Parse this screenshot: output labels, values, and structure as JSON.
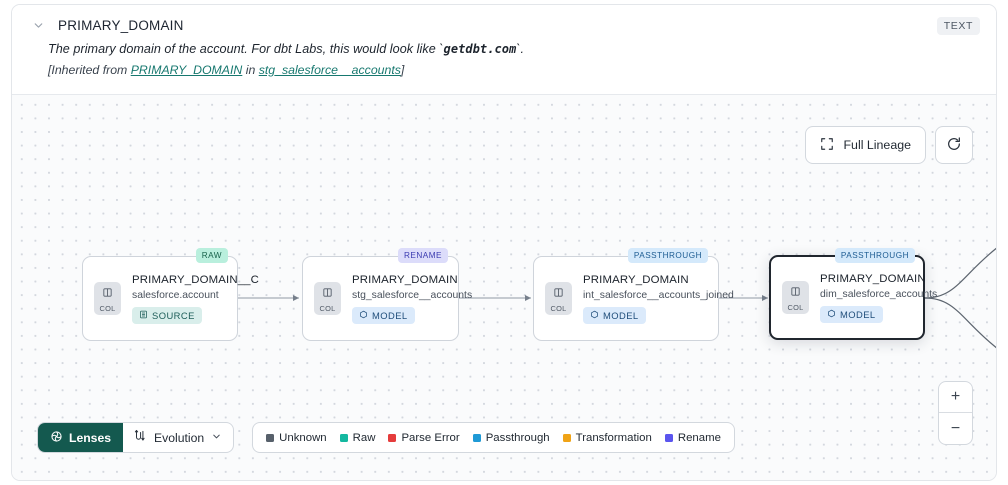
{
  "header": {
    "collapse_icon": "chevron-down-icon",
    "title": "PRIMARY_DOMAIN",
    "type_badge": "TEXT",
    "description_prefix": "The primary domain of the account. For dbt Labs, this would look like `",
    "description_code": "getdbt.com",
    "description_suffix": "`.",
    "inherit_open": "[Inherited from ",
    "inherit_link_column": "PRIMARY_DOMAIN",
    "inherit_mid": " in ",
    "inherit_link_model": "stg_salesforce__accounts",
    "inherit_close": "]"
  },
  "toolbar": {
    "full_lineage_label": "Full Lineage",
    "full_lineage_icon": "expand-icon",
    "refresh_icon": "refresh-icon"
  },
  "zoom_controls": {
    "zoom_in_label": "+",
    "zoom_out_label": "−"
  },
  "lineage": {
    "nodes": [
      {
        "tag": "RAW",
        "tag_style": "tag-raw",
        "chip_label": "COL",
        "title": "PRIMARY_DOMAIN__C",
        "subtitle": "salesforce.account",
        "kind": "SOURCE",
        "kind_style": "kind-source",
        "kind_icon": "source-table-icon",
        "selected": false
      },
      {
        "tag": "RENAME",
        "tag_style": "tag-ren",
        "chip_label": "COL",
        "title": "PRIMARY_DOMAIN",
        "subtitle": "stg_salesforce__accounts",
        "kind": "MODEL",
        "kind_style": "kind-model",
        "kind_icon": "model-cube-icon",
        "selected": false
      },
      {
        "tag": "PASSTHROUGH",
        "tag_style": "tag-pass",
        "chip_label": "COL",
        "title": "PRIMARY_DOMAIN",
        "subtitle": "int_salesforce__accounts_joined",
        "kind": "MODEL",
        "kind_style": "kind-model",
        "kind_icon": "model-cube-icon",
        "selected": false
      },
      {
        "tag": "PASSTHROUGH",
        "tag_style": "tag-pass",
        "chip_label": "COL",
        "title": "PRIMARY_DOMAIN",
        "subtitle": "dim_salesforce_accounts",
        "kind": "MODEL",
        "kind_style": "kind-model",
        "kind_icon": "model-cube-icon",
        "selected": true
      }
    ]
  },
  "bottom": {
    "lenses_label": "Lenses",
    "lenses_icon": "lens-icon",
    "evolution_label": "Evolution",
    "evolution_icon": "evolution-icon",
    "evolution_caret": "chevron-down-icon",
    "legend": [
      {
        "label": "Unknown",
        "color": "#57606b"
      },
      {
        "label": "Raw",
        "color": "#14b8a0"
      },
      {
        "label": "Parse Error",
        "color": "#e53c3c"
      },
      {
        "label": "Passthrough",
        "color": "#1f9ad6"
      },
      {
        "label": "Transformation",
        "color": "#f0a316"
      },
      {
        "label": "Rename",
        "color": "#5b55ee"
      }
    ]
  }
}
